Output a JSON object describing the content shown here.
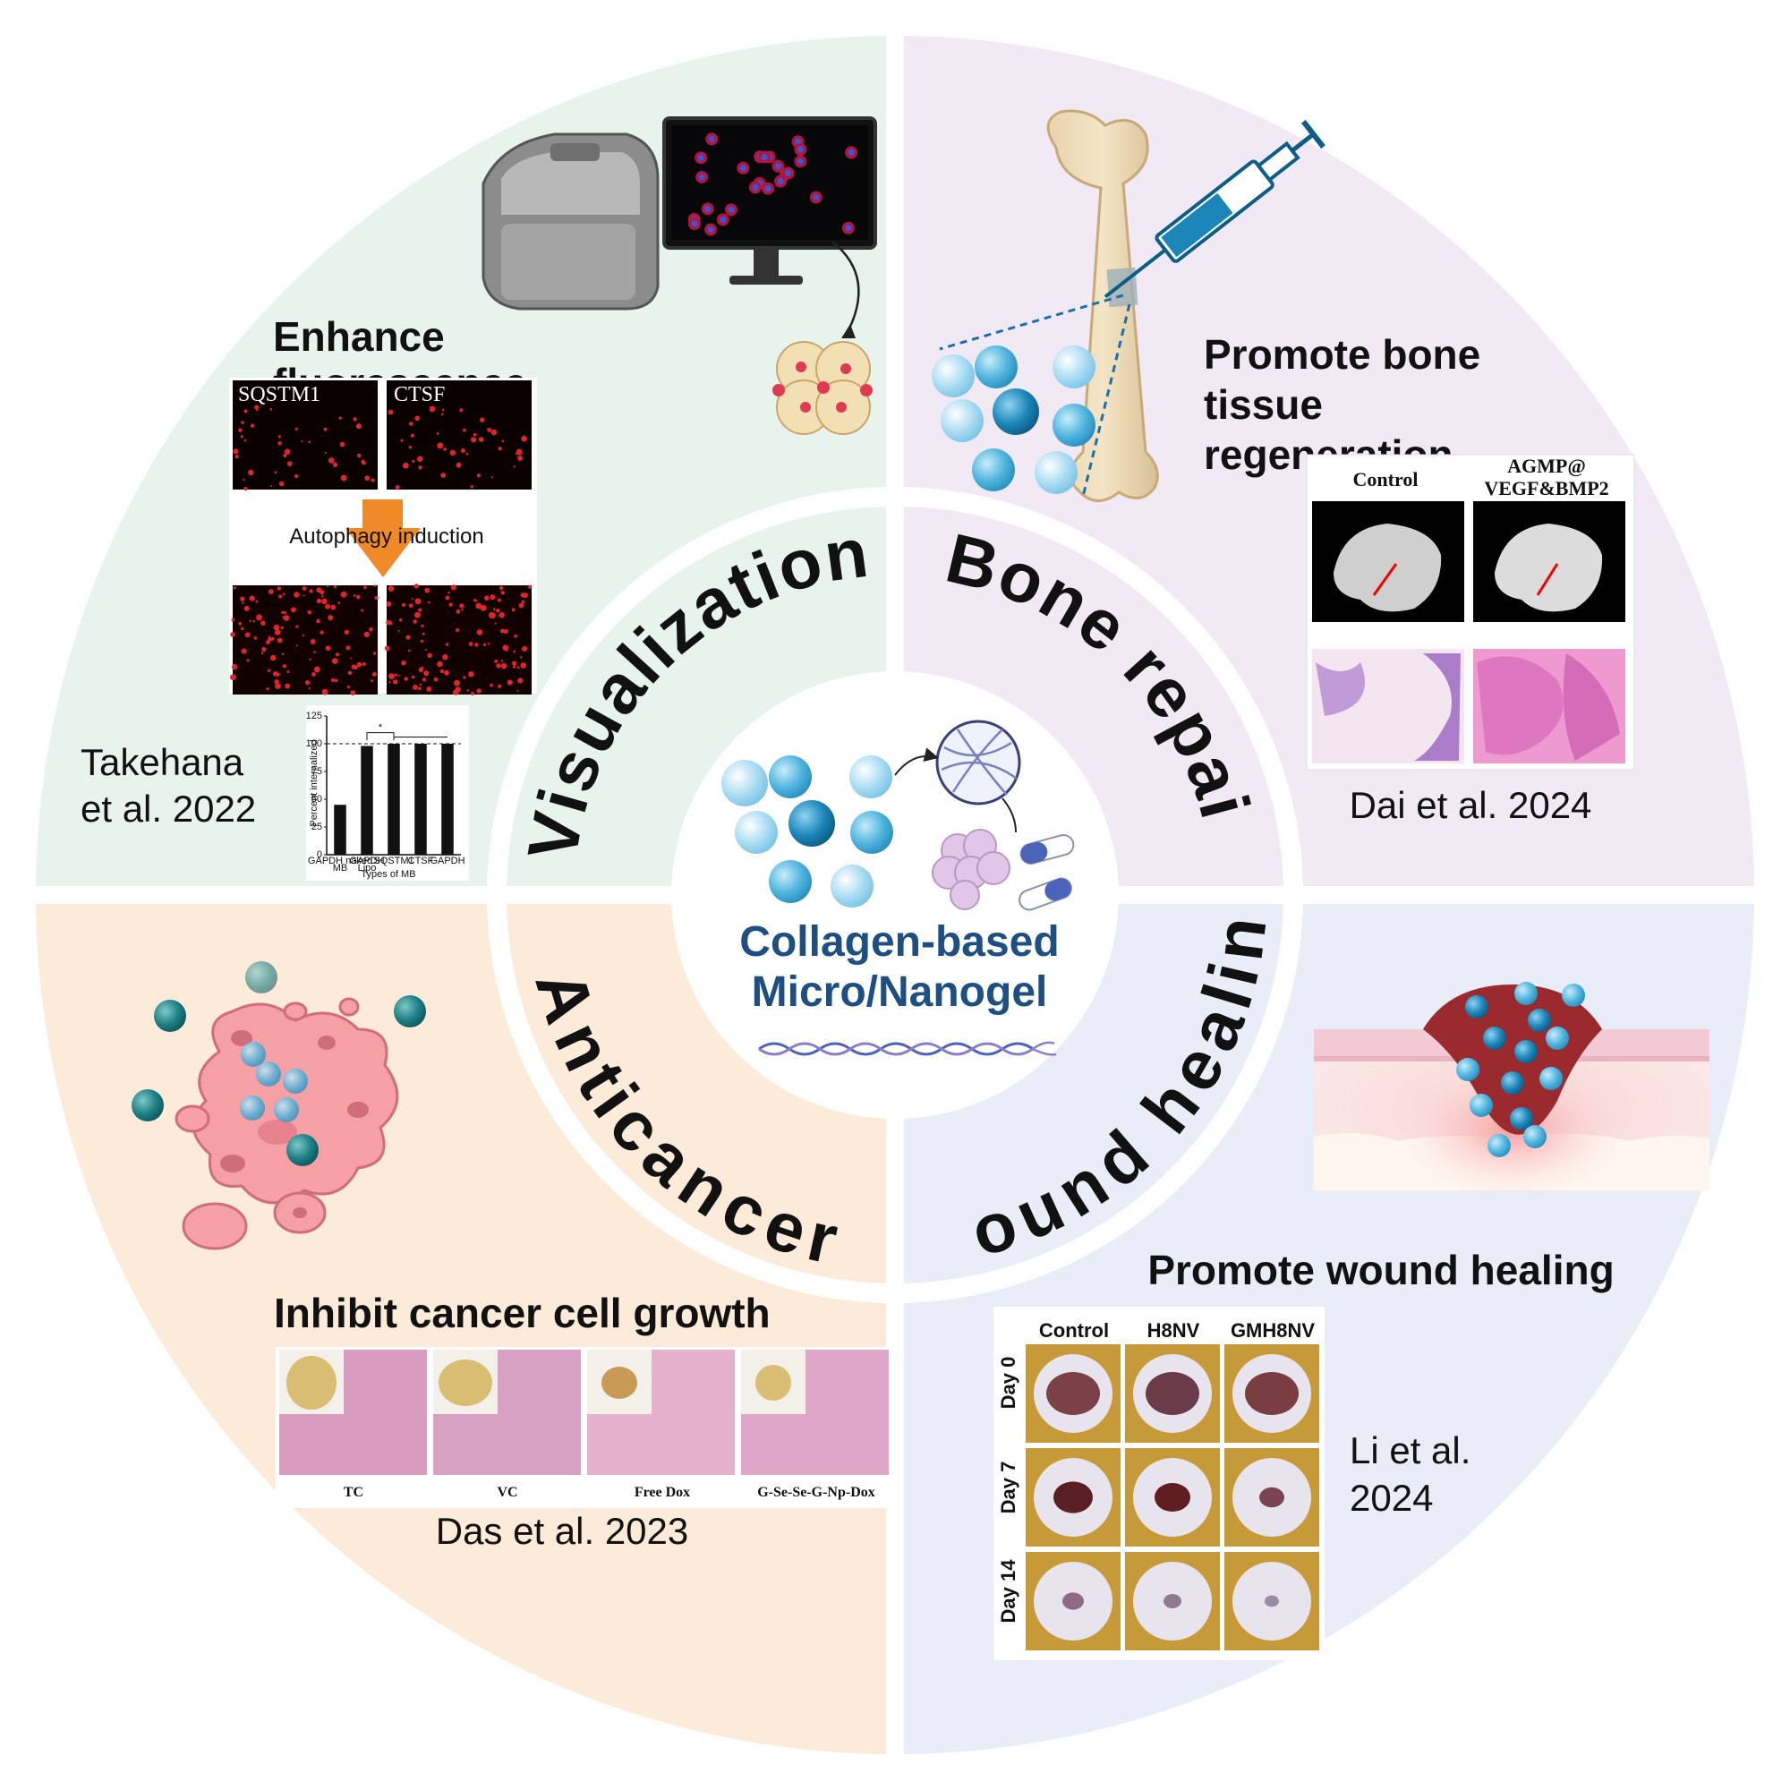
{
  "center": {
    "title_line1": "Collagen-based",
    "title_line2": "Micro/Nanogel"
  },
  "ring_labels": {
    "visualization": "Visualization",
    "bone_repair": "Bone repair",
    "anticancer": "Anticancer",
    "wound_healing": "Wound healing"
  },
  "quadrants": {
    "visualization": {
      "heading_line1": "Enhance",
      "heading_line2": "fluorescence",
      "panel_labels": [
        "SQSTM1",
        "CTSF"
      ],
      "arrow_label": "Autophagy induction",
      "citation_line1": "Takehana",
      "citation_line2": "et al. 2022",
      "chart_title_y": "Percent internalized",
      "chart_xlabel": "Types of MB",
      "significance": "*"
    },
    "bone": {
      "heading_line1": "Promote bone",
      "heading_line2": "tissue",
      "heading_line3": "regeneration",
      "panel_labels": [
        "Control",
        "AGMP@",
        "VEGF&BMP2"
      ],
      "citation": "Dai et al. 2024"
    },
    "anticancer": {
      "heading": "Inhibit cancer cell growth",
      "panel_labels": [
        "TC",
        "VC",
        "Free Dox",
        "G-Se-Se-G-Np-Dox"
      ],
      "citation": "Das et al. 2023"
    },
    "wound": {
      "heading": "Promote wound healing",
      "col_labels": [
        "Control",
        "H8NV",
        "GMH8NV"
      ],
      "row_labels": [
        "Day 0",
        "Day 7",
        "Day 14"
      ],
      "citation_line1": "Li et al.",
      "citation_line2": "2024"
    }
  },
  "chart_data": {
    "type": "bar",
    "categories": [
      "GAPDH naked MB",
      "GAPDH Lipo",
      "SQSTM1",
      "CTSF",
      "GAPDH"
    ],
    "values": [
      45,
      98,
      100,
      100,
      100
    ],
    "ylim": [
      0,
      125
    ],
    "yticks": [
      0,
      25,
      50,
      75,
      100,
      125
    ],
    "ylabel": "Percent internalized",
    "xlabel": "Types of MB"
  },
  "colors": {
    "visualization_bg": "#e8f3ee",
    "bone_bg": "#f1eaf5",
    "anticancer_bg": "#fcebd9",
    "wound_bg": "#e8edf7",
    "center_title": "#1e4f82",
    "bead_dark": "#1c86b8",
    "bead_light": "#a9dcf2"
  }
}
